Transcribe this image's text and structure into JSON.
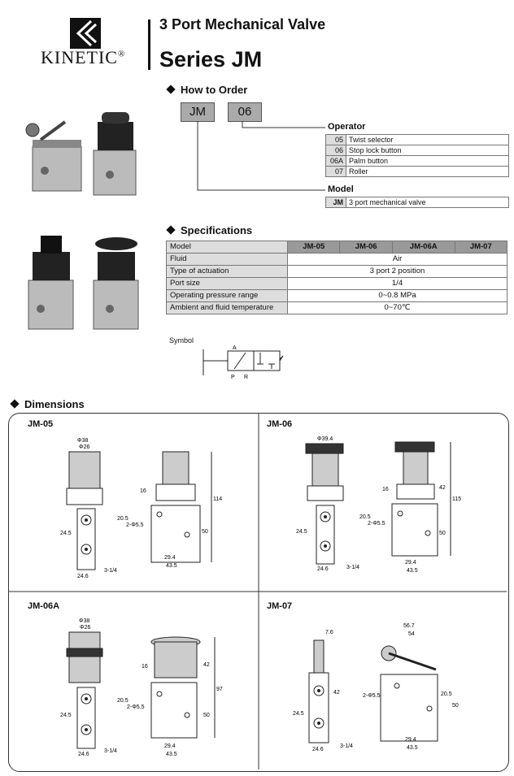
{
  "header": {
    "logo_text": "KINETIC",
    "logo_reg": "®",
    "subtitle": "3 Port Mechanical Valve",
    "title": "Series JM"
  },
  "how_to_order": {
    "heading": "How to Order",
    "code_series": "JM",
    "code_operator": "06",
    "operator_label": "Operator",
    "operators": [
      {
        "code": "05",
        "desc": "Twist selector"
      },
      {
        "code": "06",
        "desc": "Stop lock button"
      },
      {
        "code": "06A",
        "desc": "Palm button"
      },
      {
        "code": "07",
        "desc": "Roller"
      }
    ],
    "model_label": "Model",
    "model_code": "JM",
    "model_desc": "3 port mechanical valve"
  },
  "specifications": {
    "heading": "Specifications",
    "columns": [
      "Model",
      "JM-05",
      "JM-06",
      "JM-06A",
      "JM-07"
    ],
    "rows": [
      {
        "label": "Fluid",
        "value": "Air"
      },
      {
        "label": "Type of actuation",
        "value": "3 port 2 position"
      },
      {
        "label": "Port size",
        "value": "1/4"
      },
      {
        "label": "Operating pressure range",
        "value": "0~0.8 MPa"
      },
      {
        "label": "Ambient and fluid temperature",
        "value": "0~70℃"
      }
    ],
    "symbol_label": "Symbol",
    "symbol_ports": {
      "a": "A",
      "p": "P",
      "r": "R"
    }
  },
  "dimensions": {
    "heading": "Dimensions",
    "panels": [
      {
        "name": "JM-05",
        "front": {
          "d1": "Φ38",
          "d2": "Φ26",
          "h": "16",
          "w": "24.6",
          "v": "24.5",
          "port": "3-1/4"
        },
        "side": {
          "h1": "114",
          "h2": "50",
          "hole": "2-Φ5.5",
          "off": "20.5",
          "w1": "29.4",
          "w2": "43.5"
        }
      },
      {
        "name": "JM-06",
        "front": {
          "d1": "Φ39.4",
          "h": "16",
          "w": "24.6",
          "v": "24.5",
          "port": "3-1/4"
        },
        "side": {
          "h1": "115",
          "h3": "42",
          "h2": "50",
          "hole": "2-Φ5.5",
          "off": "20.5",
          "w1": "29.4",
          "w2": "43.5"
        }
      },
      {
        "name": "JM-06A",
        "front": {
          "d1": "Φ38",
          "d2": "Φ26",
          "h": "16",
          "w": "24.6",
          "v": "24.5",
          "port": "3-1/4"
        },
        "side": {
          "h1": "97",
          "h3": "42",
          "h2": "50",
          "hole": "2-Φ5.5",
          "off": "20.5",
          "w1": "29.4",
          "w2": "43.5"
        }
      },
      {
        "name": "JM-07",
        "front": {
          "t": "7.6",
          "h": "42",
          "w": "24.6",
          "v": "24.5",
          "port": "3-1/4"
        },
        "side": {
          "top1": "56.7",
          "top2": "54",
          "h2": "50",
          "hole": "2-Φ5.5",
          "off": "20.5",
          "w1": "29.4",
          "w2": "43.5"
        }
      }
    ]
  }
}
